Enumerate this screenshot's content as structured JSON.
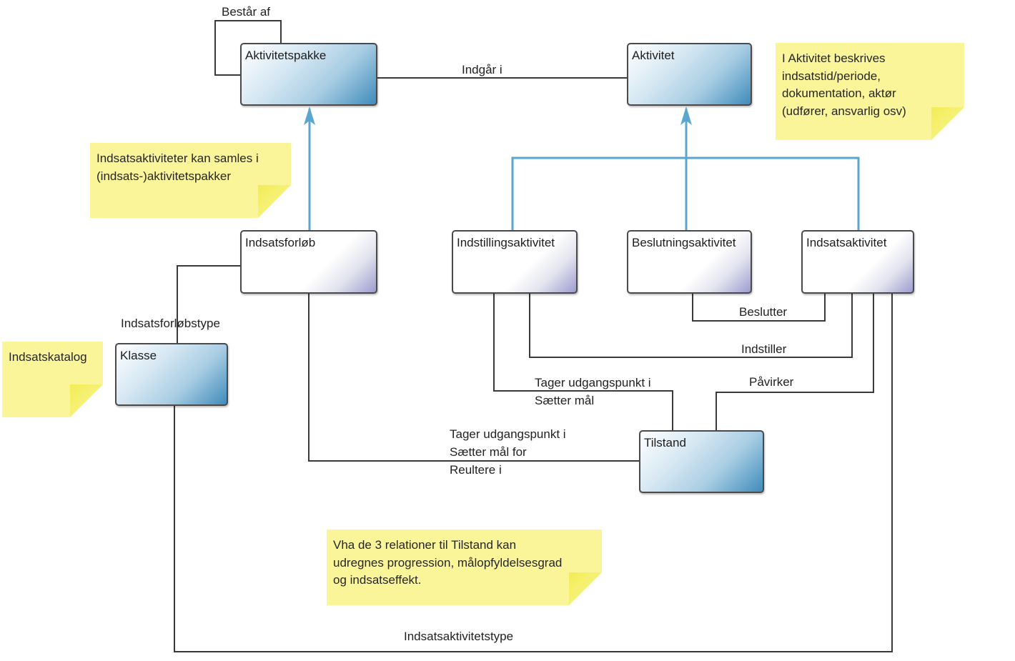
{
  "classes": {
    "aktivitetspakke": "Aktivitetspakke",
    "aktivitet": "Aktivitet",
    "indsatsforloeb": "Indsatsforløb",
    "indstillingsaktivitet": "Indstillingsaktivitet",
    "beslutningsaktivitet": "Beslutningsaktivitet",
    "indsatsaktivitet": "Indsatsaktivitet",
    "klasse": "Klasse",
    "tilstand": "Tilstand"
  },
  "relations": {
    "bestaar_af": "Består af",
    "indgaar_i": "Indgår i",
    "beslutter": "Beslutter",
    "indstiller": "Indstiller",
    "paavirker": "Påvirker",
    "indsatsforloebstype": "Indsatsforløbstype",
    "indstilling_tilstand": [
      "Tager udgangspunkt i",
      "Sætter mål"
    ],
    "forloeb_tilstand": [
      "Tager udgangspunkt i",
      "Sætter mål for",
      "Reultere i"
    ],
    "indsatsaktivitetstype": "Indsatsaktivitetstype"
  },
  "notes": {
    "aktivitet_note": [
      "I Aktivitet beskrives",
      "indsatstid/periode,",
      "dokumentation, aktør",
      "(udfører, ansvarlig osv)"
    ],
    "pakke_note": [
      "Indsatsaktiviteter kan samles i",
      "(indsats-)aktivitetspakker"
    ],
    "katalog_note": [
      "Indsatskatalog"
    ],
    "tilstand_note": [
      "Vha de 3 relationer til Tilstand kan",
      "udregnes progression, målopfyldelsesgrad",
      "og indsatseffekt."
    ]
  },
  "colors": {
    "generalization": "#5aa6cf",
    "association": "#3a3a3a",
    "note": "#fbf59a"
  }
}
